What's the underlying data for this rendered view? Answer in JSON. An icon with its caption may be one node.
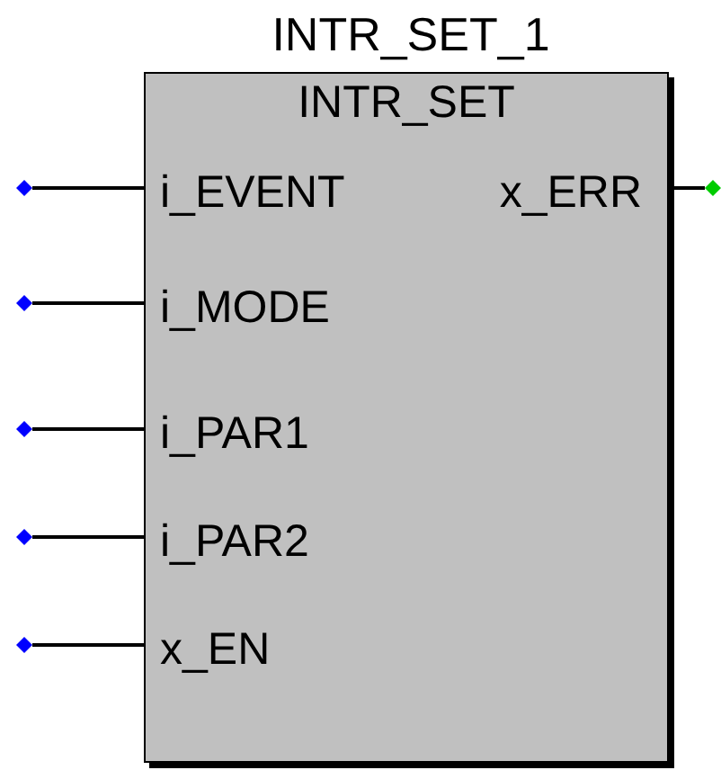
{
  "diagram": {
    "nodes": [
      {
        "text": [
          "INTR_SET_1",
          "INTR_SET"
        ]
      },
      {
        "text": [],
        "shape": "diamond"
      },
      {
        "text": [],
        "shape": "diamond"
      },
      {
        "text": [],
        "shape": "diamond"
      },
      {
        "text": [],
        "shape": "diamond"
      },
      {
        "text": [],
        "shape": "diamond"
      },
      {
        "text": [],
        "shape": "diamond"
      }
    ],
    "edges": [
      {
        "from": 1,
        "to": 0,
        "arrow": "none"
      },
      {
        "from": 2,
        "to": 0,
        "arrow": "none"
      },
      {
        "from": 3,
        "to": 0,
        "arrow": "none"
      },
      {
        "from": 4,
        "to": 0,
        "arrow": "none"
      },
      {
        "from": 5,
        "to": 0,
        "arrow": "none"
      },
      {
        "from": 0,
        "to": 6,
        "arrow": "none"
      }
    ],
    "labels": [
      "i_EVENT",
      "x_ERR",
      "i_MODE",
      "i_PAR1",
      "i_PAR2",
      "x_EN"
    ]
  }
}
